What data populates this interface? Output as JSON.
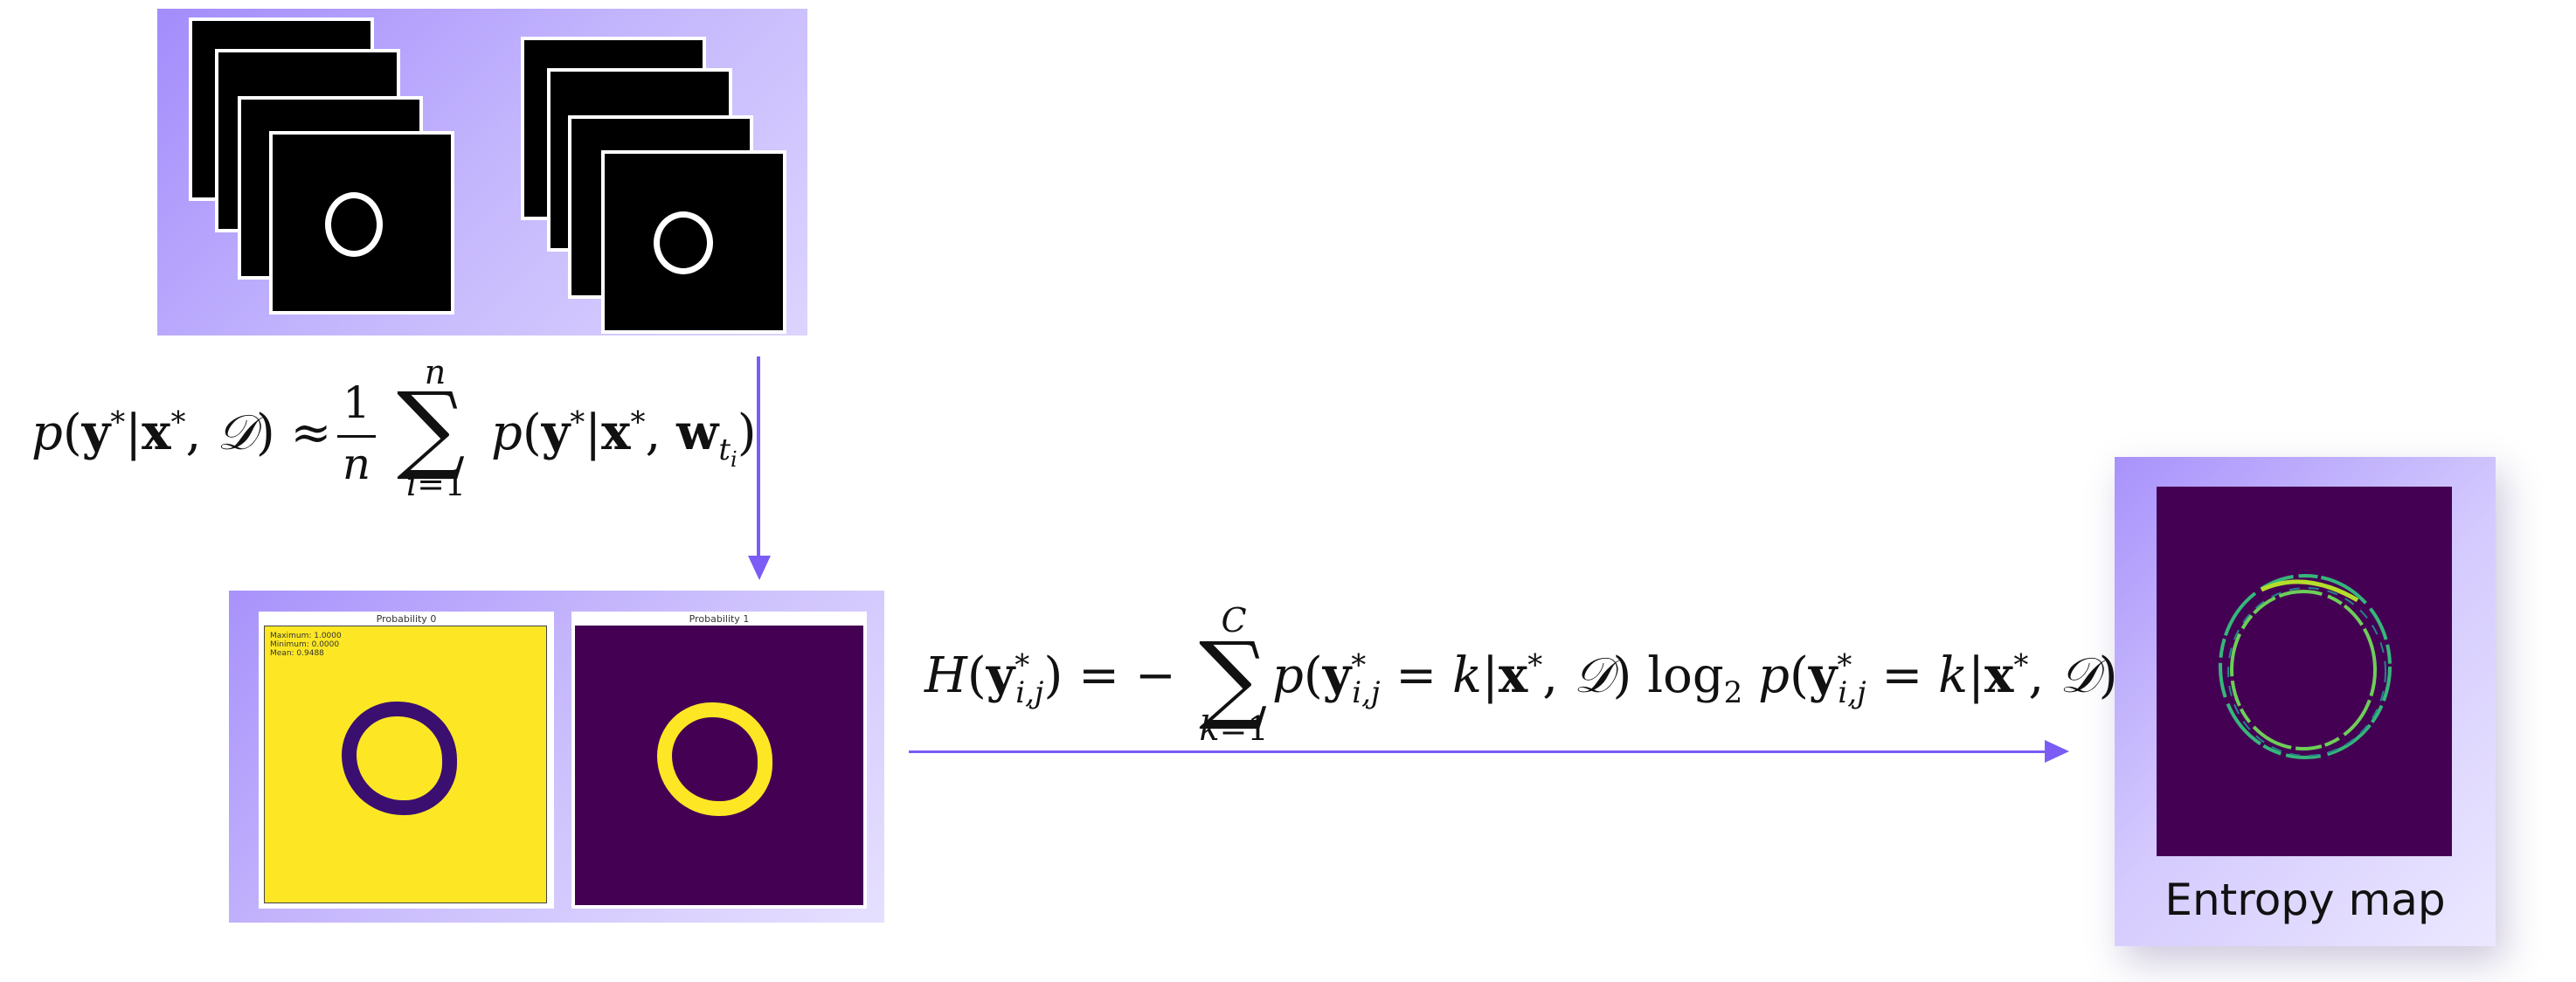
{
  "predictive_formula": {
    "lhs": "p(y*|x*, D)",
    "approx": "≈",
    "fraction_num": "1",
    "fraction_den": "n",
    "sum_upper": "n",
    "sum_lower": "i=1",
    "summand": "p(y*|x*, w_ti)"
  },
  "entropy_formula": {
    "lhs": "H(y*_i,j)",
    "eq": "= −",
    "sum_upper": "C",
    "sum_lower": "k=1",
    "term1": "p(y*_i,j = k|x*, D)",
    "log": "log2",
    "term2": "p(y*_i,j = k|x*, D)"
  },
  "probability_maps": [
    {
      "title": "Probability 0",
      "stats": [
        "Maximum: 1.0000",
        "Minimum: 0.0000",
        "Mean: 0.9488"
      ],
      "background": "#fde725",
      "ring": "#3b0f70"
    },
    {
      "title": "Probability 1",
      "background": "#440154",
      "ring": "#fde725"
    }
  ],
  "entropy_panel": {
    "label": "Entropy map",
    "background": "#440154"
  },
  "colors": {
    "accent": "#7b5cf5",
    "panel": "#b8a6fc"
  }
}
